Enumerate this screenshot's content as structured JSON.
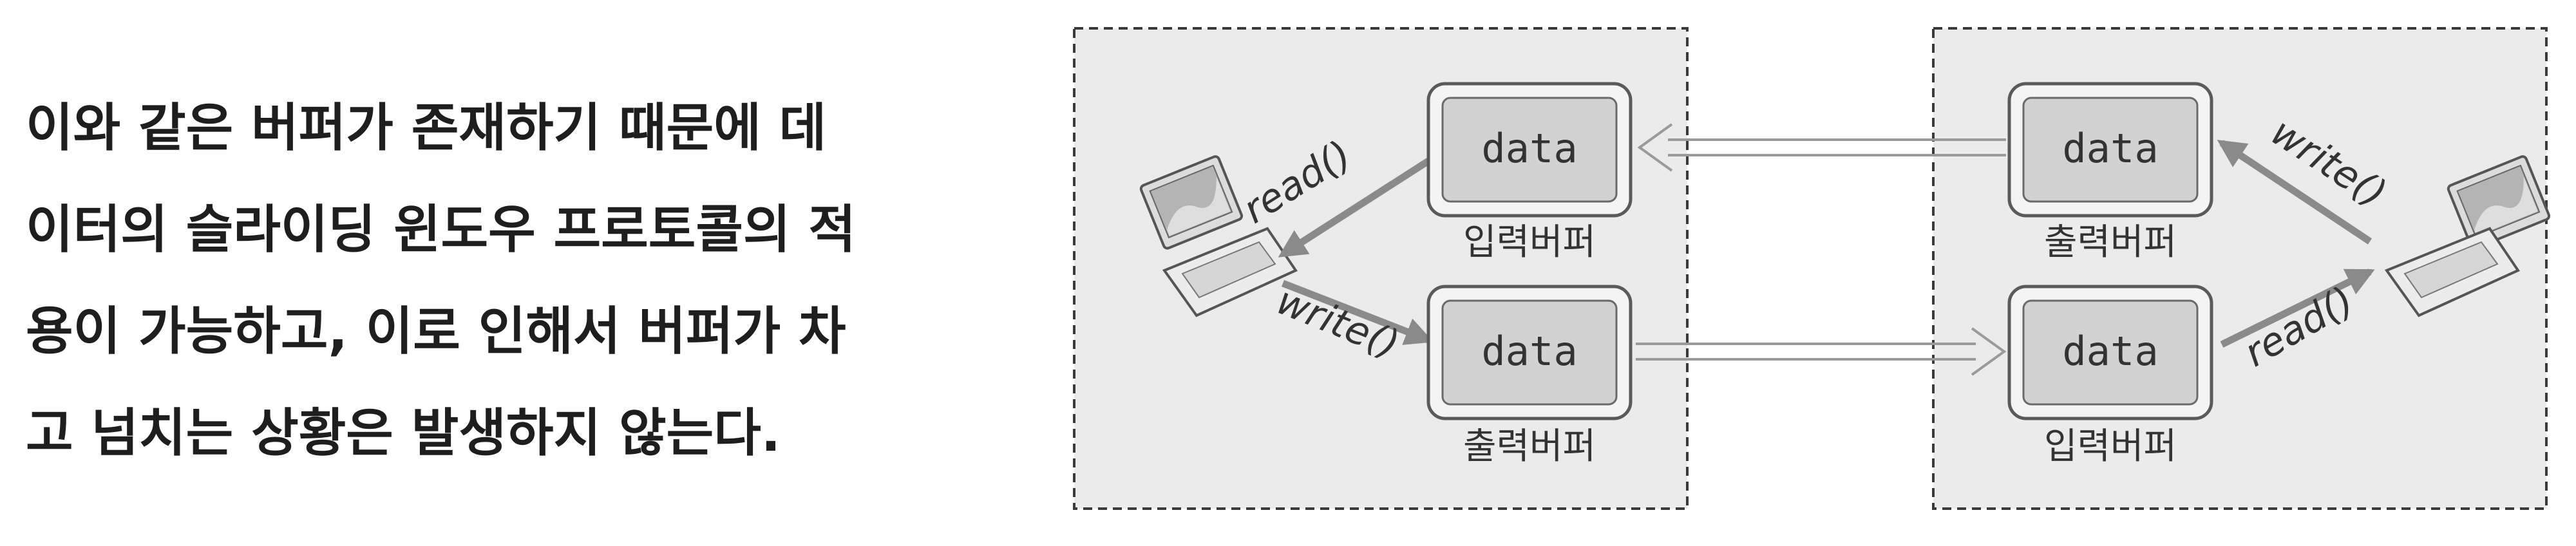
{
  "caption": {
    "lines": [
      "이와 같은 버퍼가 존재하기 때문에 데",
      "이터의 슬라이딩 윈도우 프로토콜의 적",
      "용이 가능하고, 이로 인해서 버퍼가 차",
      "고 넘치는 상황은 발생하지 않는다."
    ]
  },
  "left_host": {
    "input_buffer": {
      "content": "data",
      "label": "입력버퍼"
    },
    "output_buffer": {
      "content": "data",
      "label": "출력버퍼"
    },
    "read_label": "read()",
    "write_label": "write()"
  },
  "right_host": {
    "output_buffer": {
      "content": "data",
      "label": "출력버퍼"
    },
    "input_buffer": {
      "content": "data",
      "label": "입력버퍼"
    },
    "write_label": "write()",
    "read_label": "read()"
  },
  "colors": {
    "panel": "#ebebeb",
    "panel_border": "#3a3a3a",
    "box_outer": "#f4f4f4",
    "box_inner": "#d2d2d2",
    "arrow": "#8a8a8a",
    "text": "#1e1e1e"
  },
  "icons": [
    "laptop-icon",
    "laptop-icon"
  ]
}
